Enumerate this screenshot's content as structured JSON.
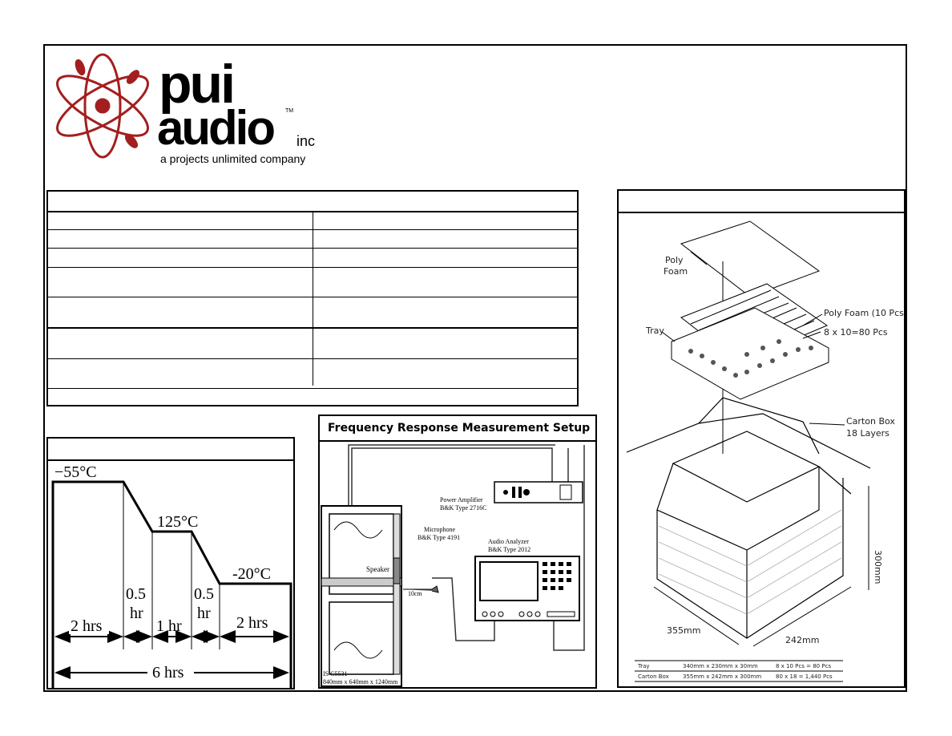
{
  "brand": {
    "line1": "pui",
    "line2": "audio",
    "tm": "TM",
    "inc": "inc",
    "tagline": "a projects unlimited company",
    "logo_color": "#a31f1f"
  },
  "thermal": {
    "temp_cold": "−55°C",
    "temp_hot": "125°C",
    "temp_end": "-20°C",
    "seg1": "2 hrs",
    "ramp1_a": "0.5",
    "ramp1_b": "hr",
    "seg2": "1 hr",
    "ramp2_a": "0.5",
    "ramp2_b": "hr",
    "seg3": "2 hrs",
    "total": "6 hrs"
  },
  "freq": {
    "title": "Frequency Response Measurement Setup",
    "amp_label1": "Power Amplifier",
    "amp_label2": "B&K Type 2716C",
    "mic_label1": "Microphone",
    "mic_label2": "B&K Type 4191",
    "analyzer_label1": "Audio Analyzer",
    "analyzer_label2": "B&K Type 2012",
    "speaker_label": "Speaker",
    "distance": "10cm",
    "footer1": "IS C5531",
    "footer2": "840mm x 640mm x 1240mm"
  },
  "packaging": {
    "poly_foam_top_1": "Poly",
    "poly_foam_top_2": "Foam",
    "poly_foam_10": "Poly Foam (10 Pcs)",
    "tray": "Tray",
    "count": "8 x 10=80 Pcs",
    "carton_1": "Carton Box",
    "carton_2": "18 Layers",
    "dim_h": "300mm",
    "dim_l": "355mm",
    "dim_w": "242mm",
    "table": [
      [
        "Tray",
        "340mm x 230mm x 30mm",
        "8 x 10 Pcs = 80 Pcs"
      ],
      [
        "Carton Box",
        "355mm x 242mm x 300mm",
        "80 x 18 = 1,440 Pcs"
      ]
    ]
  }
}
